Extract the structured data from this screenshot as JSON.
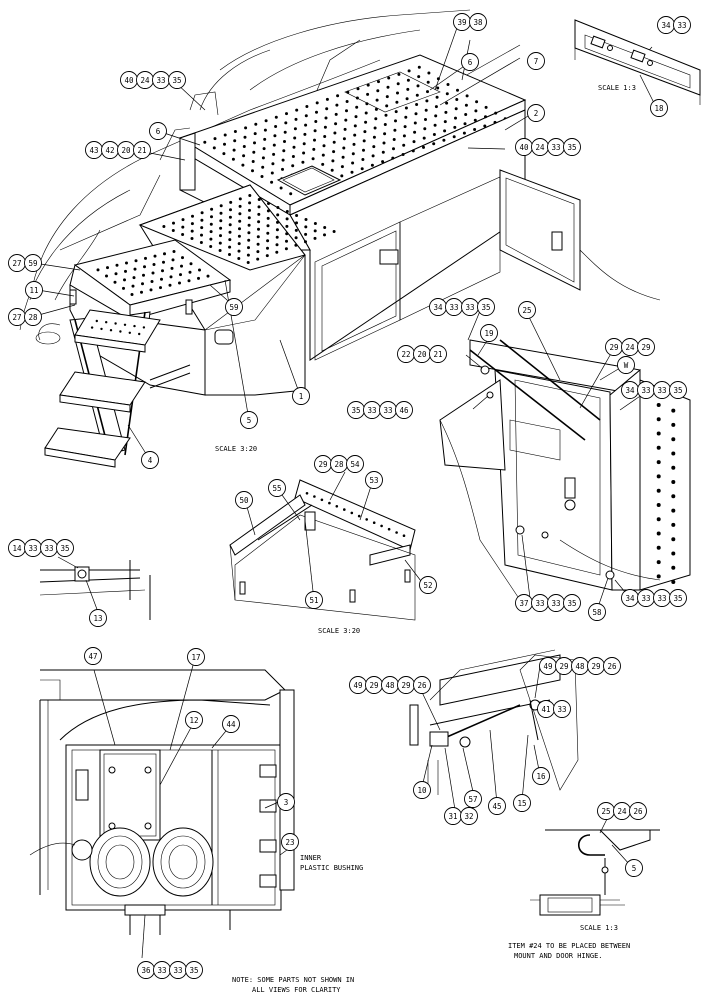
{
  "captions": {
    "scale_main": "SCALE  3:20",
    "scale_mid": "SCALE  3:20",
    "scale_tr": "SCALE  1:3",
    "scale_br": "SCALE  1:3",
    "inner_bushing_1": "INNER",
    "inner_bushing_2": "PLASTIC BUSHING",
    "item24_1": "ITEM #24 TO BE PLACED BETWEEN",
    "item24_2": "MOUNT AND DOOR HINGE.",
    "note_1": "NOTE: SOME PARTS NOT SHOWN IN",
    "note_2": "ALL VIEWS FOR CLARITY"
  },
  "callout_groups": [
    {
      "name": "callout-39-38",
      "items": [
        "39",
        "38"
      ]
    },
    {
      "name": "callout-34-33-tr",
      "items": [
        "34",
        "33"
      ]
    },
    {
      "name": "callout-40-24-33-35-a",
      "items": [
        "40",
        "24",
        "33",
        "35"
      ]
    },
    {
      "name": "callout-43-42-20-21",
      "items": [
        "43",
        "42",
        "20",
        "21"
      ]
    },
    {
      "name": "callout-40-24-33-35-b",
      "items": [
        "40",
        "24",
        "33",
        "35"
      ]
    },
    {
      "name": "callout-27-59",
      "items": [
        "27",
        "59"
      ]
    },
    {
      "name": "callout-27-28",
      "items": [
        "27",
        "28"
      ]
    },
    {
      "name": "callout-34-33-33-35-a",
      "items": [
        "34",
        "33",
        "33",
        "35"
      ]
    },
    {
      "name": "callout-22-20-21",
      "items": [
        "22",
        "20",
        "21"
      ]
    },
    {
      "name": "callout-35-33-33-46",
      "items": [
        "35",
        "33",
        "33",
        "46"
      ]
    },
    {
      "name": "callout-29-24-29",
      "items": [
        "29",
        "24",
        "29"
      ]
    },
    {
      "name": "callout-34-33-33-35-b",
      "items": [
        "34",
        "33",
        "33",
        "35"
      ]
    },
    {
      "name": "callout-29-28-54",
      "items": [
        "29",
        "28",
        "54"
      ]
    },
    {
      "name": "callout-14-33-33-35",
      "items": [
        "14",
        "33",
        "33",
        "35"
      ]
    },
    {
      "name": "callout-37-33-33-35",
      "items": [
        "37",
        "33",
        "33",
        "35"
      ]
    },
    {
      "name": "callout-34-33-33-35-c",
      "items": [
        "34",
        "33",
        "33",
        "35"
      ]
    },
    {
      "name": "callout-49-29-48-29-26-l",
      "items": [
        "49",
        "29",
        "48",
        "29",
        "26"
      ]
    },
    {
      "name": "callout-49-29-48-29-26-r",
      "items": [
        "49",
        "29",
        "48",
        "29",
        "26"
      ]
    },
    {
      "name": "callout-41-33",
      "items": [
        "41",
        "33"
      ]
    },
    {
      "name": "callout-31-32",
      "items": [
        "31",
        "32"
      ]
    },
    {
      "name": "callout-25-24-26",
      "items": [
        "25",
        "24",
        "26"
      ]
    },
    {
      "name": "callout-36-33-33-35",
      "items": [
        "36",
        "33",
        "33",
        "35"
      ]
    }
  ],
  "callouts": [
    {
      "name": "callout-18",
      "label": "18"
    },
    {
      "name": "callout-6-top",
      "label": "6"
    },
    {
      "name": "callout-7",
      "label": "7"
    },
    {
      "name": "callout-6-left",
      "label": "6"
    },
    {
      "name": "callout-2",
      "label": "2"
    },
    {
      "name": "callout-11",
      "label": "11"
    },
    {
      "name": "callout-59",
      "label": "59"
    },
    {
      "name": "callout-5-main",
      "label": "5"
    },
    {
      "name": "callout-1",
      "label": "1"
    },
    {
      "name": "callout-4",
      "label": "4"
    },
    {
      "name": "callout-25",
      "label": "25"
    },
    {
      "name": "callout-19",
      "label": "19"
    },
    {
      "name": "callout-w",
      "label": "W"
    },
    {
      "name": "callout-50",
      "label": "50"
    },
    {
      "name": "callout-55",
      "label": "55"
    },
    {
      "name": "callout-53",
      "label": "53"
    },
    {
      "name": "callout-51",
      "label": "51"
    },
    {
      "name": "callout-52",
      "label": "52"
    },
    {
      "name": "callout-13",
      "label": "13"
    },
    {
      "name": "callout-58",
      "label": "58"
    },
    {
      "name": "callout-47",
      "label": "47"
    },
    {
      "name": "callout-17",
      "label": "17"
    },
    {
      "name": "callout-12",
      "label": "12"
    },
    {
      "name": "callout-44",
      "label": "44"
    },
    {
      "name": "callout-3",
      "label": "3"
    },
    {
      "name": "callout-23",
      "label": "23"
    },
    {
      "name": "callout-10",
      "label": "10"
    },
    {
      "name": "callout-57",
      "label": "57"
    },
    {
      "name": "callout-45",
      "label": "45"
    },
    {
      "name": "callout-15",
      "label": "15"
    },
    {
      "name": "callout-16",
      "label": "16"
    },
    {
      "name": "callout-5-detail",
      "label": "5"
    }
  ]
}
